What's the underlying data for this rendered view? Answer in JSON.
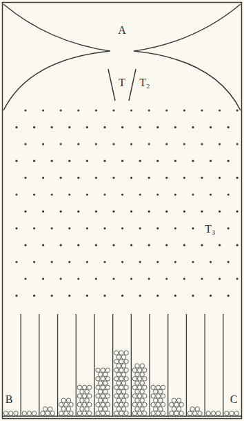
{
  "diagram": {
    "labels": [
      "A",
      "T",
      "T₂",
      "T₃",
      "B",
      "C"
    ]
  }
}
